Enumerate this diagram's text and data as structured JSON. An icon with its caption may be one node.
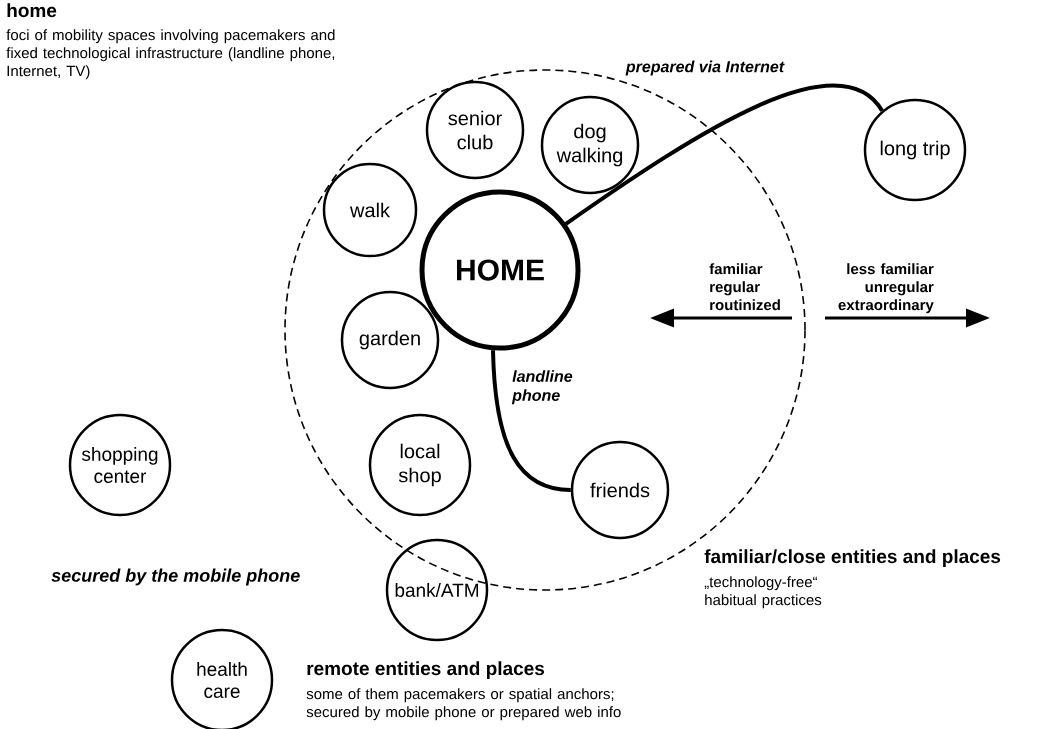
{
  "diagram": {
    "nodes": [
      {
        "text": [],
        "shape": "circle"
      },
      {
        "text": [
          "senior club"
        ],
        "in": 0
      },
      {
        "text": [
          "dog walking"
        ],
        "in": 0
      },
      {
        "text": [
          "walk"
        ],
        "in": 0
      },
      {
        "text": [
          "HOME"
        ],
        "in": 0
      },
      {
        "text": [
          "long trip"
        ]
      },
      {
        "text": [
          "garden"
        ],
        "in": 0
      },
      {
        "text": [
          "local shop"
        ],
        "in": 0
      },
      {
        "text": [
          "friends"
        ],
        "in": 0
      },
      {
        "text": [
          "shopping center"
        ]
      },
      {
        "text": [
          "bank/ATM"
        ]
      },
      {
        "text": [
          "health care"
        ]
      }
    ],
    "edges": [
      {
        "from": 4,
        "to": 5,
        "arrow": "none",
        "label": "prepared via Internet"
      },
      {
        "from": 4,
        "to": 8,
        "arrow": "none",
        "label": "landline phone"
      }
    ],
    "labels": [
      "home",
      "foci of mobility spaces involving pacemakers and fixed technological infrastructure (landline phone, Internet, TV)",
      "familiar regular routinized",
      "less familiar unregular extraordinary",
      "secured by the mobile phone",
      "familiar/close entities and places",
      "„technology-free“ habitual practices",
      "remote entities and places",
      "some of them pacemakers or spatial anchors; secured by mobile phone or prepared web info"
    ]
  }
}
